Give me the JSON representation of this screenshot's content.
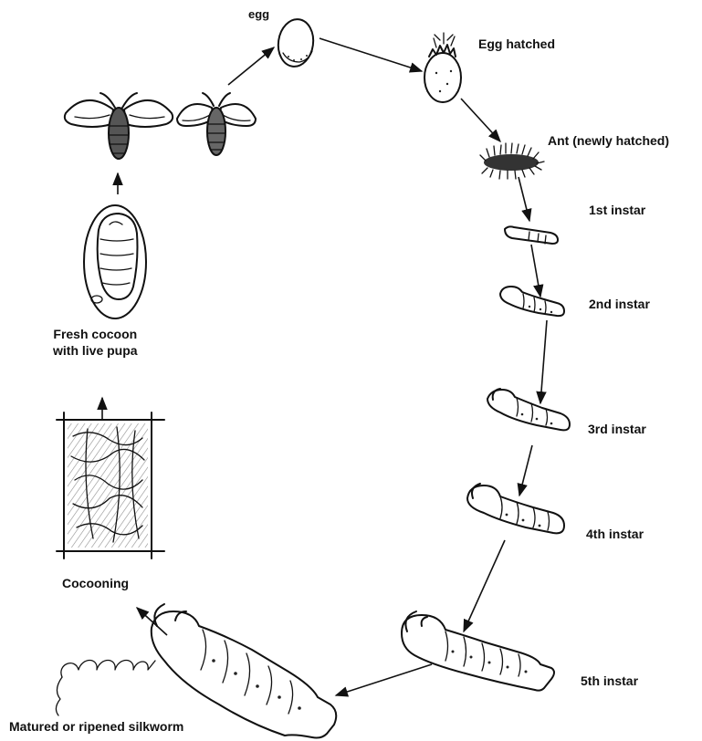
{
  "stages": {
    "egg": "egg",
    "egg_hatched": "Egg hatched",
    "ant": "Ant (newly hatched)",
    "instar1": "1st instar",
    "instar2": "2nd instar",
    "instar3": "3rd instar",
    "instar4": "4th instar",
    "instar5": "5th instar",
    "matured": "Matured or ripened silkworm",
    "cocooning": "Cocooning",
    "cocoon_line1": "Fresh cocoon",
    "cocoon_line2": "with live pupa"
  },
  "colors": {
    "ink": "#111111",
    "background": "#ffffff"
  }
}
